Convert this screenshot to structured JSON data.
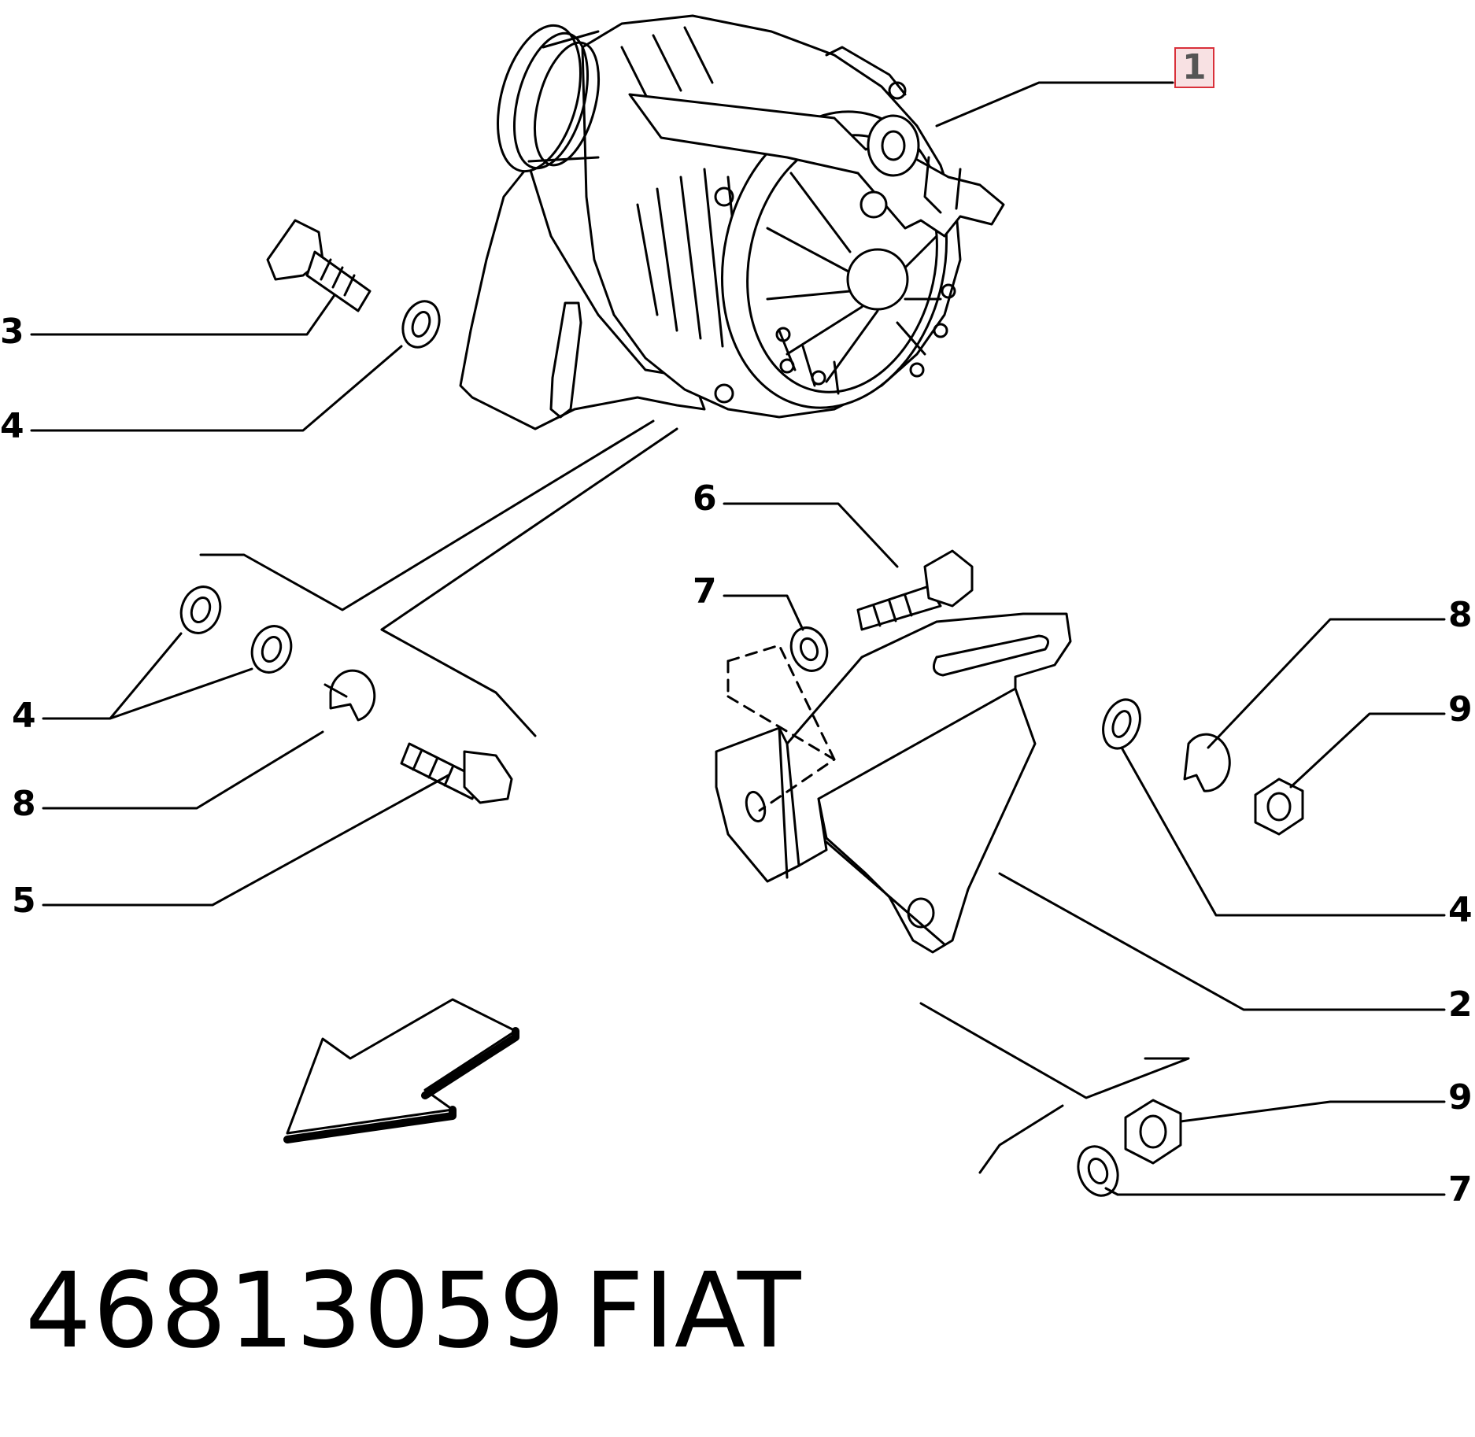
{
  "diagram": {
    "callouts": [
      "1",
      "2",
      "3",
      "4",
      "4",
      "4",
      "5",
      "6",
      "7",
      "7",
      "8",
      "8",
      "9",
      "9"
    ],
    "highlight_color": "#d9303a"
  },
  "footer": {
    "part_number": "46813059",
    "brand": "FIAT"
  }
}
